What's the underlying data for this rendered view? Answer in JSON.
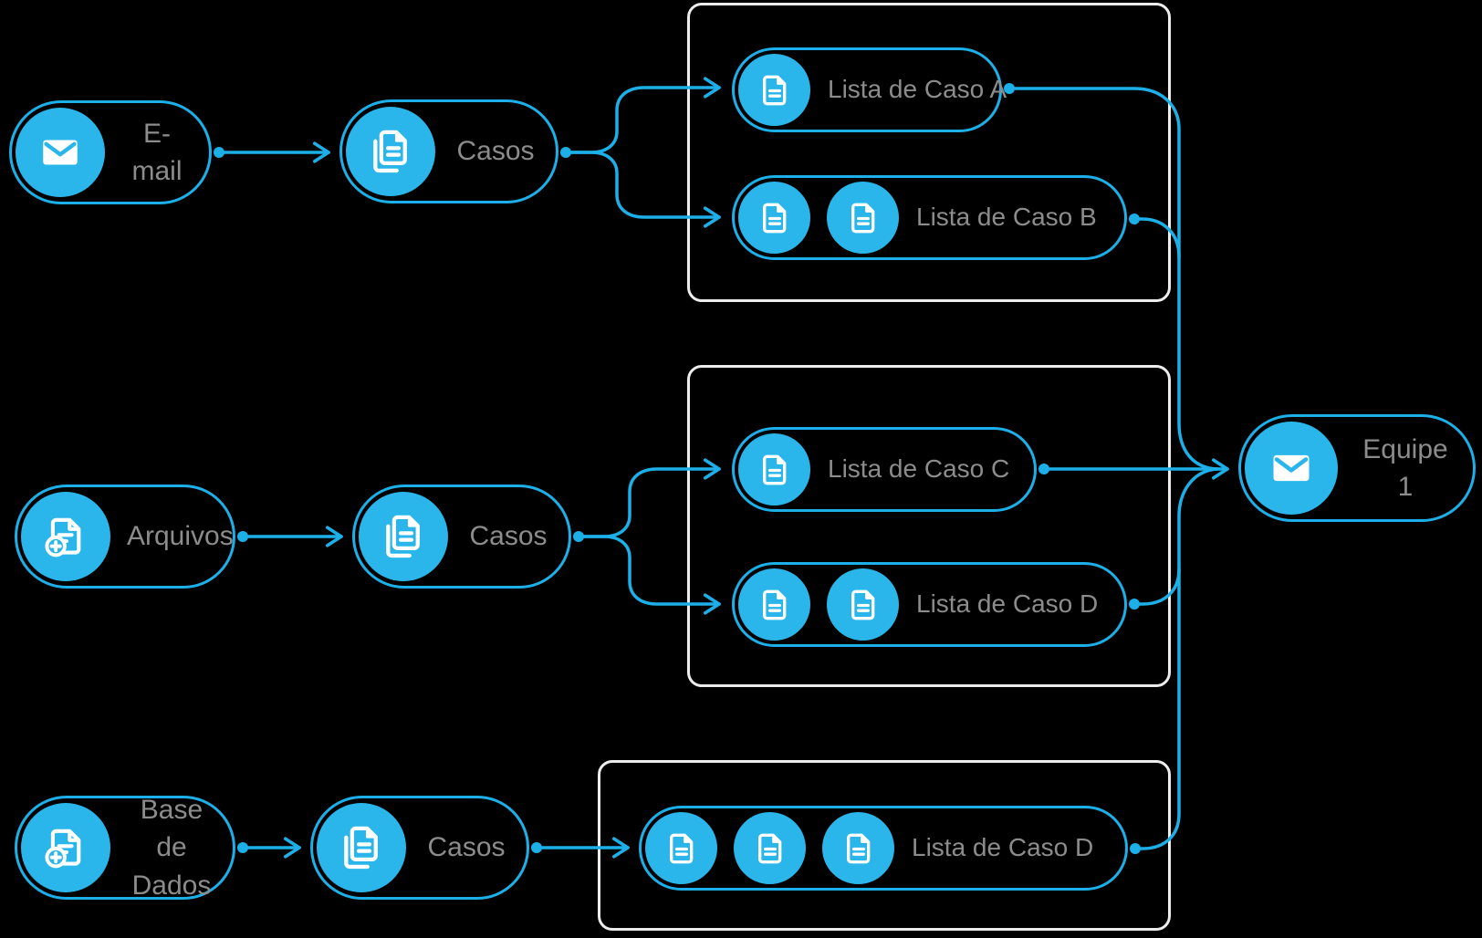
{
  "diagram": {
    "title": "",
    "colors": {
      "accent_cyan": "#1CAFE8",
      "circle_fill": "#2AB6EA",
      "label_gray": "#8C8C8C",
      "group_border": "#ECECEC",
      "background": "#000000",
      "icon_white": "#FFFFFF"
    },
    "nodes": {
      "email": {
        "label": "E-mail",
        "icon": "envelope-icon"
      },
      "casos1": {
        "label": "Casos",
        "icon": "documents-stack-icon"
      },
      "casos2": {
        "label": "Casos",
        "icon": "documents-stack-icon"
      },
      "casos3": {
        "label": "Casos",
        "icon": "documents-stack-icon"
      },
      "arquivos": {
        "label": "Arquivos",
        "icon": "file-plus-icon"
      },
      "base_dados": {
        "label": "Base de Dados",
        "icon": "file-plus-icon"
      },
      "lista_a": {
        "label": "Lista de Caso A",
        "icon": "document-icon",
        "doc_count": 1
      },
      "lista_b": {
        "label": "Lista de Caso B",
        "icon": "document-icon",
        "doc_count": 2
      },
      "lista_c": {
        "label": "Lista de Caso C",
        "icon": "document-icon",
        "doc_count": 1
      },
      "lista_d1": {
        "label": "Lista de Caso D",
        "icon": "document-icon",
        "doc_count": 2
      },
      "lista_d2": {
        "label": "Lista de Caso D",
        "icon": "document-icon",
        "doc_count": 3
      },
      "equipe": {
        "label": "Equipe 1",
        "icon": "envelope-icon"
      }
    },
    "edges": [
      "email -> casos1",
      "casos1 -> lista_a",
      "casos1 -> lista_b",
      "arquivos -> casos2",
      "casos2 -> lista_c",
      "casos2 -> lista_d1",
      "base_dados -> casos3",
      "casos3 -> lista_d2",
      "lista_a -> equipe",
      "lista_b -> equipe",
      "lista_c -> equipe",
      "lista_d1 -> equipe",
      "lista_d2 -> equipe"
    ]
  }
}
